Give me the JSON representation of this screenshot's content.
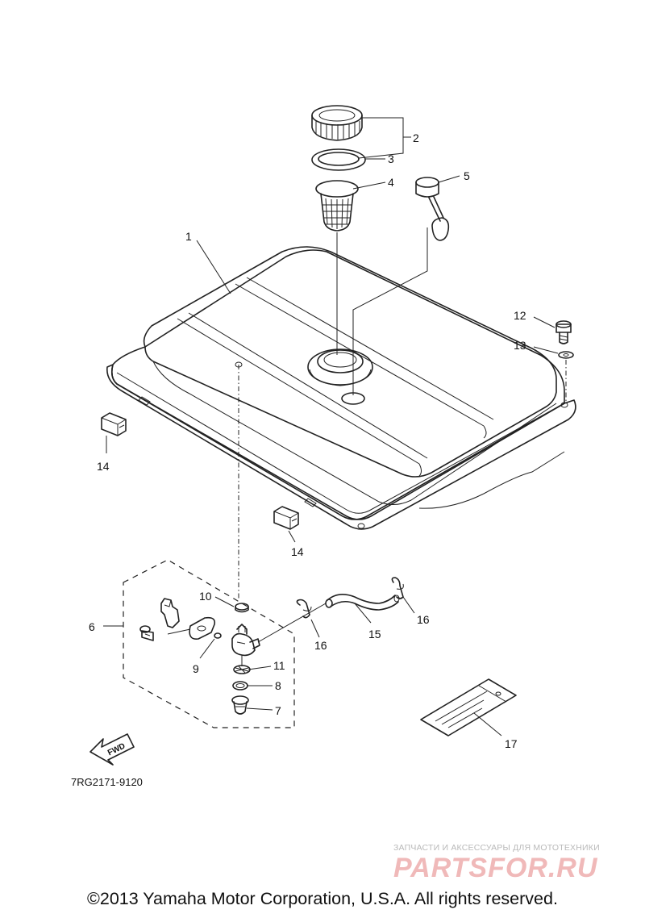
{
  "callouts": {
    "n1": "1",
    "n2": "2",
    "n3": "3",
    "n4": "4",
    "n5": "5",
    "n6": "6",
    "n7": "7",
    "n8": "8",
    "n9": "9",
    "n10": "10",
    "n11": "11",
    "n12": "12",
    "n13": "13",
    "n14a": "14",
    "n14b": "14",
    "n15": "15",
    "n16a": "16",
    "n16b": "16",
    "n17": "17"
  },
  "fwd_label": "FWD",
  "diagram_code": "7RG2171-9120",
  "watermark": {
    "tagline": "ЗАПЧАСТИ И АКСЕССУАРЫ ДЛЯ МОТОТЕХНИКИ",
    "brand": "PARTSFOR.RU"
  },
  "copyright": "©2013 Yamaha Motor Corporation, U.S.A. All rights reserved."
}
